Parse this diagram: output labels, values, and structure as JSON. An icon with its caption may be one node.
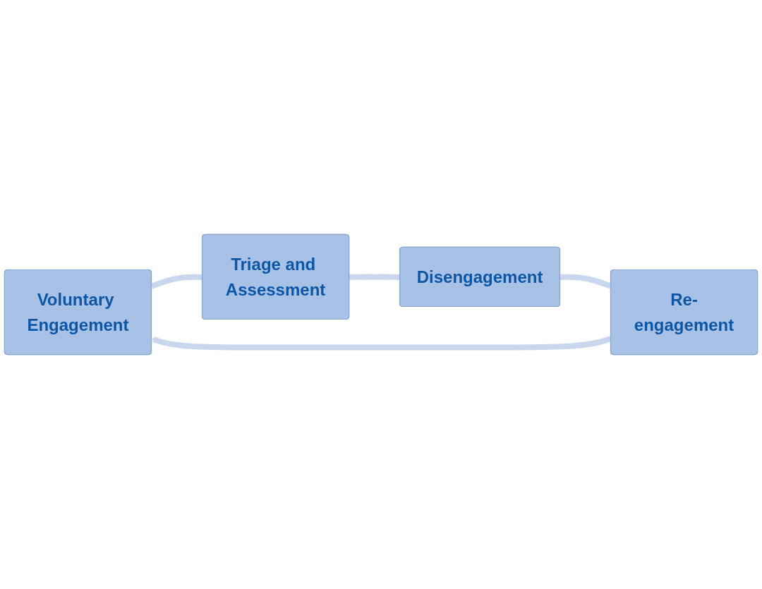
{
  "diagram": {
    "nodes": [
      {
        "text": [
          "Voluntary Engagement"
        ]
      },
      {
        "text": [
          "Triage and Assessment"
        ]
      },
      {
        "text": [
          "Disengagement"
        ]
      },
      {
        "text": [
          "Re-engagement"
        ]
      }
    ],
    "edges": [
      {
        "from": 0,
        "to": 1,
        "arrow": "none"
      },
      {
        "from": 1,
        "to": 2,
        "arrow": "none"
      },
      {
        "from": 2,
        "to": 3,
        "arrow": "none"
      },
      {
        "from": 3,
        "to": 0,
        "arrow": "to"
      }
    ]
  }
}
